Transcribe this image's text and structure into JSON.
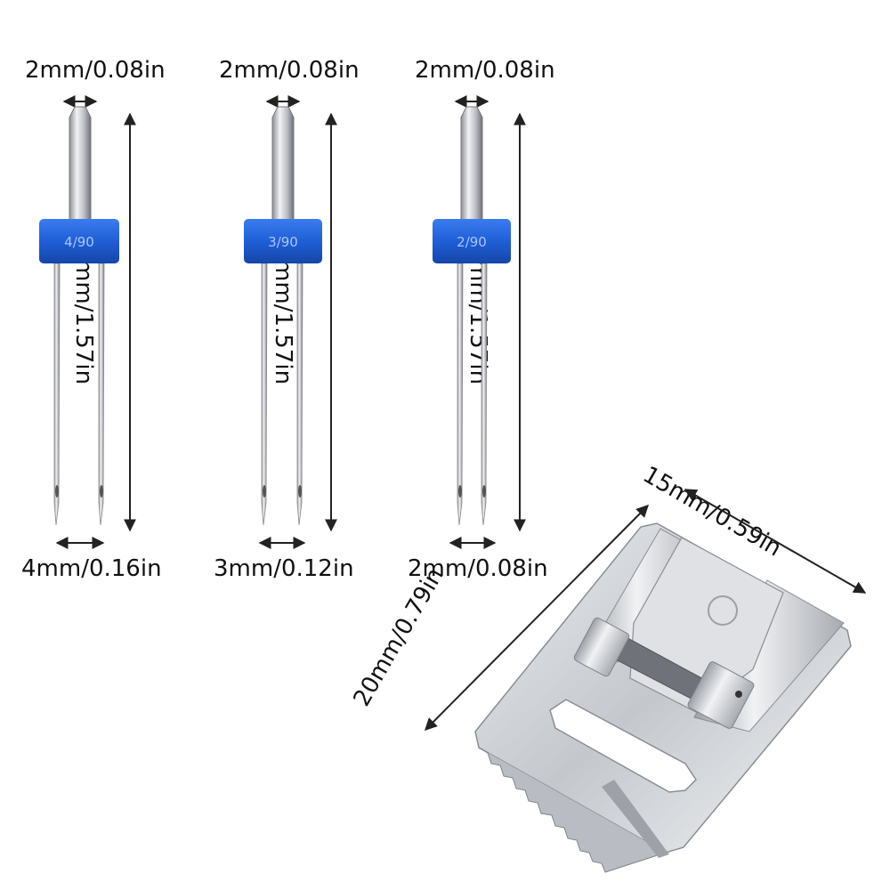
{
  "needles": [
    {
      "size_label": "4/90",
      "top_width": "2mm/0.08in",
      "length": "40mm/1.57in",
      "bottom_gap": "4mm/0.16in"
    },
    {
      "size_label": "3/90",
      "top_width": "2mm/0.08in",
      "length": "40mm/1.57in",
      "bottom_gap": "3mm/0.12in"
    },
    {
      "size_label": "2/90",
      "top_width": "2mm/0.08in",
      "length": "40mm/1.57in",
      "bottom_gap": "2mm/0.08in"
    }
  ],
  "presser_foot": {
    "width": "15mm/0.59in",
    "length": "20mm/0.79in"
  },
  "colors": {
    "clamp_blue": "#1f5fd6",
    "steel": "#c9ccd1",
    "arrow": "#222222"
  }
}
